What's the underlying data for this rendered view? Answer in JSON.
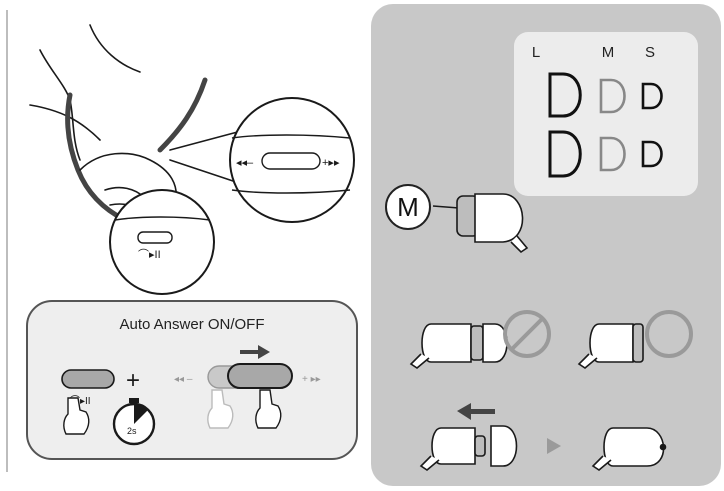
{
  "auto_answer": {
    "title": "Auto Answer ON/OFF",
    "timer_label": "2s"
  },
  "tip_sizes": {
    "labels": [
      "L",
      "M",
      "S"
    ],
    "selected": "M"
  },
  "colors": {
    "panel_gray": "#c8c8c8",
    "card_light": "#ececec",
    "button_gray": "#a8a8a8",
    "prohibited_gray": "#9a9a9a",
    "line_dark": "#1a1a1a"
  },
  "icons": [
    "headset-neck-illustration",
    "hand-press-icon",
    "timer-icon",
    "prohibited-icon",
    "correct-circle-icon",
    "arrow-left-icon",
    "arrow-right-icon",
    "play-triangle-icon"
  ]
}
